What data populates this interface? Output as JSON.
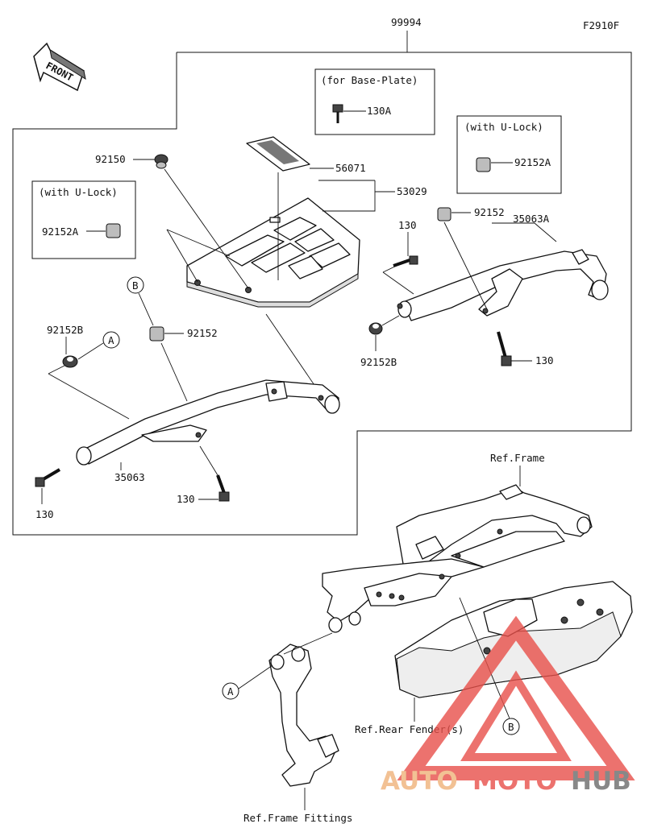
{
  "diagram_code": "F2910F",
  "assembly_number": "99994",
  "front_label": "FRONT",
  "callouts": {
    "part_56071": "56071",
    "part_53029": "53029",
    "part_92150": "92150",
    "part_130_top": "130",
    "part_92152_right": "92152",
    "part_35063A": "35063A",
    "part_92152B_right": "92152B",
    "part_130_right": "130",
    "part_92152_left": "92152",
    "part_92152B_left": "92152B",
    "part_35063": "35063",
    "part_130_left": "130",
    "part_130_bottom": "130"
  },
  "boxes": {
    "base_plate": {
      "title": "(for Base-Plate)",
      "part": "130A"
    },
    "ulock_right": {
      "title": "(with U-Lock)",
      "part": "92152A"
    },
    "ulock_left": {
      "title": "(with U-Lock)",
      "part": "92152A"
    }
  },
  "markers": {
    "a_upper": "A",
    "b_upper": "B",
    "a_lower": "A",
    "b_lower": "B"
  },
  "references": {
    "frame": "Ref.Frame",
    "rear_fender": "Ref.Rear Fender(s)",
    "frame_fittings": "Ref.Frame Fittings"
  },
  "watermark": {
    "part1": "AUTO",
    "part2": "MOTO",
    "part3": "HUB"
  }
}
